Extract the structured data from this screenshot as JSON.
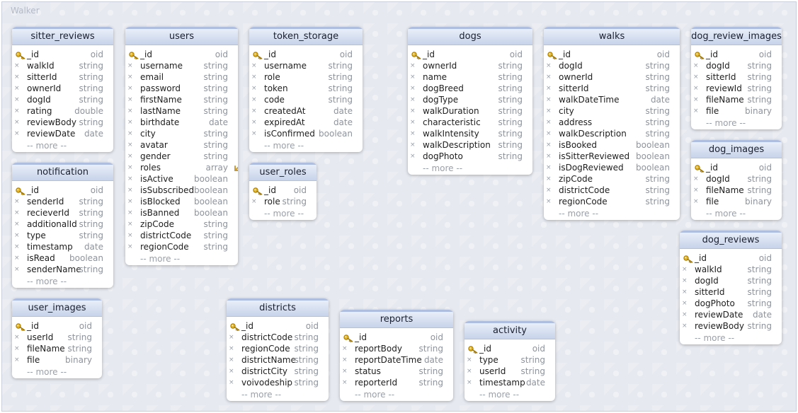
{
  "diagram": {
    "title": "Walker"
  },
  "entities": [
    {
      "name": "sitter_reviews",
      "fields": [
        {
          "name": "_id",
          "type": "oid",
          "key": true
        },
        {
          "name": "walkId",
          "type": "string"
        },
        {
          "name": "sitterId",
          "type": "string"
        },
        {
          "name": "ownerId",
          "type": "string"
        },
        {
          "name": "dogId",
          "type": "string"
        },
        {
          "name": "rating",
          "type": "double"
        },
        {
          "name": "reviewBody",
          "type": "string"
        },
        {
          "name": "reviewDate",
          "type": "date"
        }
      ],
      "more": "-- more --"
    },
    {
      "name": "users",
      "fields": [
        {
          "name": "_id",
          "type": "oid",
          "key": true
        },
        {
          "name": "username",
          "type": "string"
        },
        {
          "name": "email",
          "type": "string"
        },
        {
          "name": "password",
          "type": "string"
        },
        {
          "name": "firstName",
          "type": "string"
        },
        {
          "name": "lastName",
          "type": "string"
        },
        {
          "name": "birthdate",
          "type": "date"
        },
        {
          "name": "city",
          "type": "string"
        },
        {
          "name": "avatar",
          "type": "string"
        },
        {
          "name": "gender",
          "type": "string"
        },
        {
          "name": "roles",
          "type": "array",
          "ref": true
        },
        {
          "name": "isActive",
          "type": "boolean"
        },
        {
          "name": "isSubscribed",
          "type": "boolean"
        },
        {
          "name": "isBlocked",
          "type": "boolean"
        },
        {
          "name": "isBanned",
          "type": "boolean"
        },
        {
          "name": "zipCode",
          "type": "string"
        },
        {
          "name": "districtCode",
          "type": "string"
        },
        {
          "name": "regionCode",
          "type": "string"
        }
      ],
      "more": "-- more --"
    },
    {
      "name": "token_storage",
      "fields": [
        {
          "name": "_id",
          "type": "oid",
          "key": true
        },
        {
          "name": "username",
          "type": "string"
        },
        {
          "name": "role",
          "type": "string"
        },
        {
          "name": "token",
          "type": "string"
        },
        {
          "name": "code",
          "type": "string"
        },
        {
          "name": "createdAt",
          "type": "date"
        },
        {
          "name": "expiredAt",
          "type": "date"
        },
        {
          "name": "isConfirmed",
          "type": "boolean"
        }
      ],
      "more": "-- more --"
    },
    {
      "name": "dogs",
      "fields": [
        {
          "name": "_id",
          "type": "oid",
          "key": true
        },
        {
          "name": "ownerId",
          "type": "string"
        },
        {
          "name": "name",
          "type": "string"
        },
        {
          "name": "dogBreed",
          "type": "string"
        },
        {
          "name": "dogType",
          "type": "string"
        },
        {
          "name": "walkDuration",
          "type": "string"
        },
        {
          "name": "characteristic",
          "type": "string"
        },
        {
          "name": "walkIntensity",
          "type": "string"
        },
        {
          "name": "walkDescription",
          "type": "string"
        },
        {
          "name": "dogPhoto",
          "type": "string"
        }
      ],
      "more": "-- more --"
    },
    {
      "name": "walks",
      "fields": [
        {
          "name": "_id",
          "type": "oid",
          "key": true
        },
        {
          "name": "dogId",
          "type": "string"
        },
        {
          "name": "ownerId",
          "type": "string"
        },
        {
          "name": "sitterId",
          "type": "string"
        },
        {
          "name": "walkDateTime",
          "type": "date"
        },
        {
          "name": "city",
          "type": "string"
        },
        {
          "name": "address",
          "type": "string"
        },
        {
          "name": "walkDescription",
          "type": "string"
        },
        {
          "name": "isBooked",
          "type": "boolean"
        },
        {
          "name": "isSitterReviewed",
          "type": "boolean"
        },
        {
          "name": "isDogReviewed",
          "type": "boolean"
        },
        {
          "name": "zipCode",
          "type": "string"
        },
        {
          "name": "districtCode",
          "type": "string"
        },
        {
          "name": "regionCode",
          "type": "string"
        }
      ],
      "more": "-- more --"
    },
    {
      "name": "dog_review_images",
      "fields": [
        {
          "name": "_id",
          "type": "oid",
          "key": true
        },
        {
          "name": "dogId",
          "type": "string"
        },
        {
          "name": "sitterId",
          "type": "string"
        },
        {
          "name": "reviewId",
          "type": "string"
        },
        {
          "name": "fileName",
          "type": "string"
        },
        {
          "name": "file",
          "type": "binary"
        }
      ],
      "more": "-- more --"
    },
    {
      "name": "notification",
      "fields": [
        {
          "name": "_id",
          "type": "oid",
          "key": true
        },
        {
          "name": "senderId",
          "type": "string"
        },
        {
          "name": "recieverId",
          "type": "string"
        },
        {
          "name": "additionalId",
          "type": "string"
        },
        {
          "name": "type",
          "type": "string"
        },
        {
          "name": "timestamp",
          "type": "date"
        },
        {
          "name": "isRead",
          "type": "boolean"
        },
        {
          "name": "senderName",
          "type": "string"
        }
      ],
      "more": "-- more --"
    },
    {
      "name": "user_roles",
      "fields": [
        {
          "name": "_id",
          "type": "oid",
          "key": true
        },
        {
          "name": "role",
          "type": "string"
        }
      ],
      "more": "-- more --"
    },
    {
      "name": "dog_images",
      "fields": [
        {
          "name": "_id",
          "type": "oid",
          "key": true
        },
        {
          "name": "dogId",
          "type": "string"
        },
        {
          "name": "fileName",
          "type": "string"
        },
        {
          "name": "file",
          "type": "binary"
        }
      ],
      "more": "-- more --"
    },
    {
      "name": "dog_reviews",
      "fields": [
        {
          "name": "_id",
          "type": "oid",
          "key": true
        },
        {
          "name": "walkId",
          "type": "string"
        },
        {
          "name": "dogId",
          "type": "string"
        },
        {
          "name": "sitterId",
          "type": "string"
        },
        {
          "name": "dogPhoto",
          "type": "string"
        },
        {
          "name": "reviewDate",
          "type": "date"
        },
        {
          "name": "reviewBody",
          "type": "string"
        }
      ],
      "more": "-- more --"
    },
    {
      "name": "user_images",
      "fields": [
        {
          "name": "_id",
          "type": "oid",
          "key": true
        },
        {
          "name": "userId",
          "type": "string"
        },
        {
          "name": "fileName",
          "type": "string"
        },
        {
          "name": "file",
          "type": "binary"
        }
      ],
      "more": "-- more --"
    },
    {
      "name": "districts",
      "fields": [
        {
          "name": "_id",
          "type": "oid",
          "key": true
        },
        {
          "name": "districtCode",
          "type": "string"
        },
        {
          "name": "regionCode",
          "type": "string"
        },
        {
          "name": "districtName",
          "type": "string"
        },
        {
          "name": "districtCity",
          "type": "string"
        },
        {
          "name": "voivodeship",
          "type": "string"
        }
      ],
      "more": "-- more --"
    },
    {
      "name": "reports",
      "fields": [
        {
          "name": "_id",
          "type": "oid",
          "key": true
        },
        {
          "name": "reportBody",
          "type": "string"
        },
        {
          "name": "reportDateTime",
          "type": "date"
        },
        {
          "name": "status",
          "type": "string"
        },
        {
          "name": "reporterId",
          "type": "string"
        }
      ],
      "more": "-- more --"
    },
    {
      "name": "activity",
      "fields": [
        {
          "name": "_id",
          "type": "oid",
          "key": true
        },
        {
          "name": "type",
          "type": "string"
        },
        {
          "name": "userId",
          "type": "string"
        },
        {
          "name": "timestamp",
          "type": "date"
        }
      ],
      "more": "-- more --"
    }
  ]
}
